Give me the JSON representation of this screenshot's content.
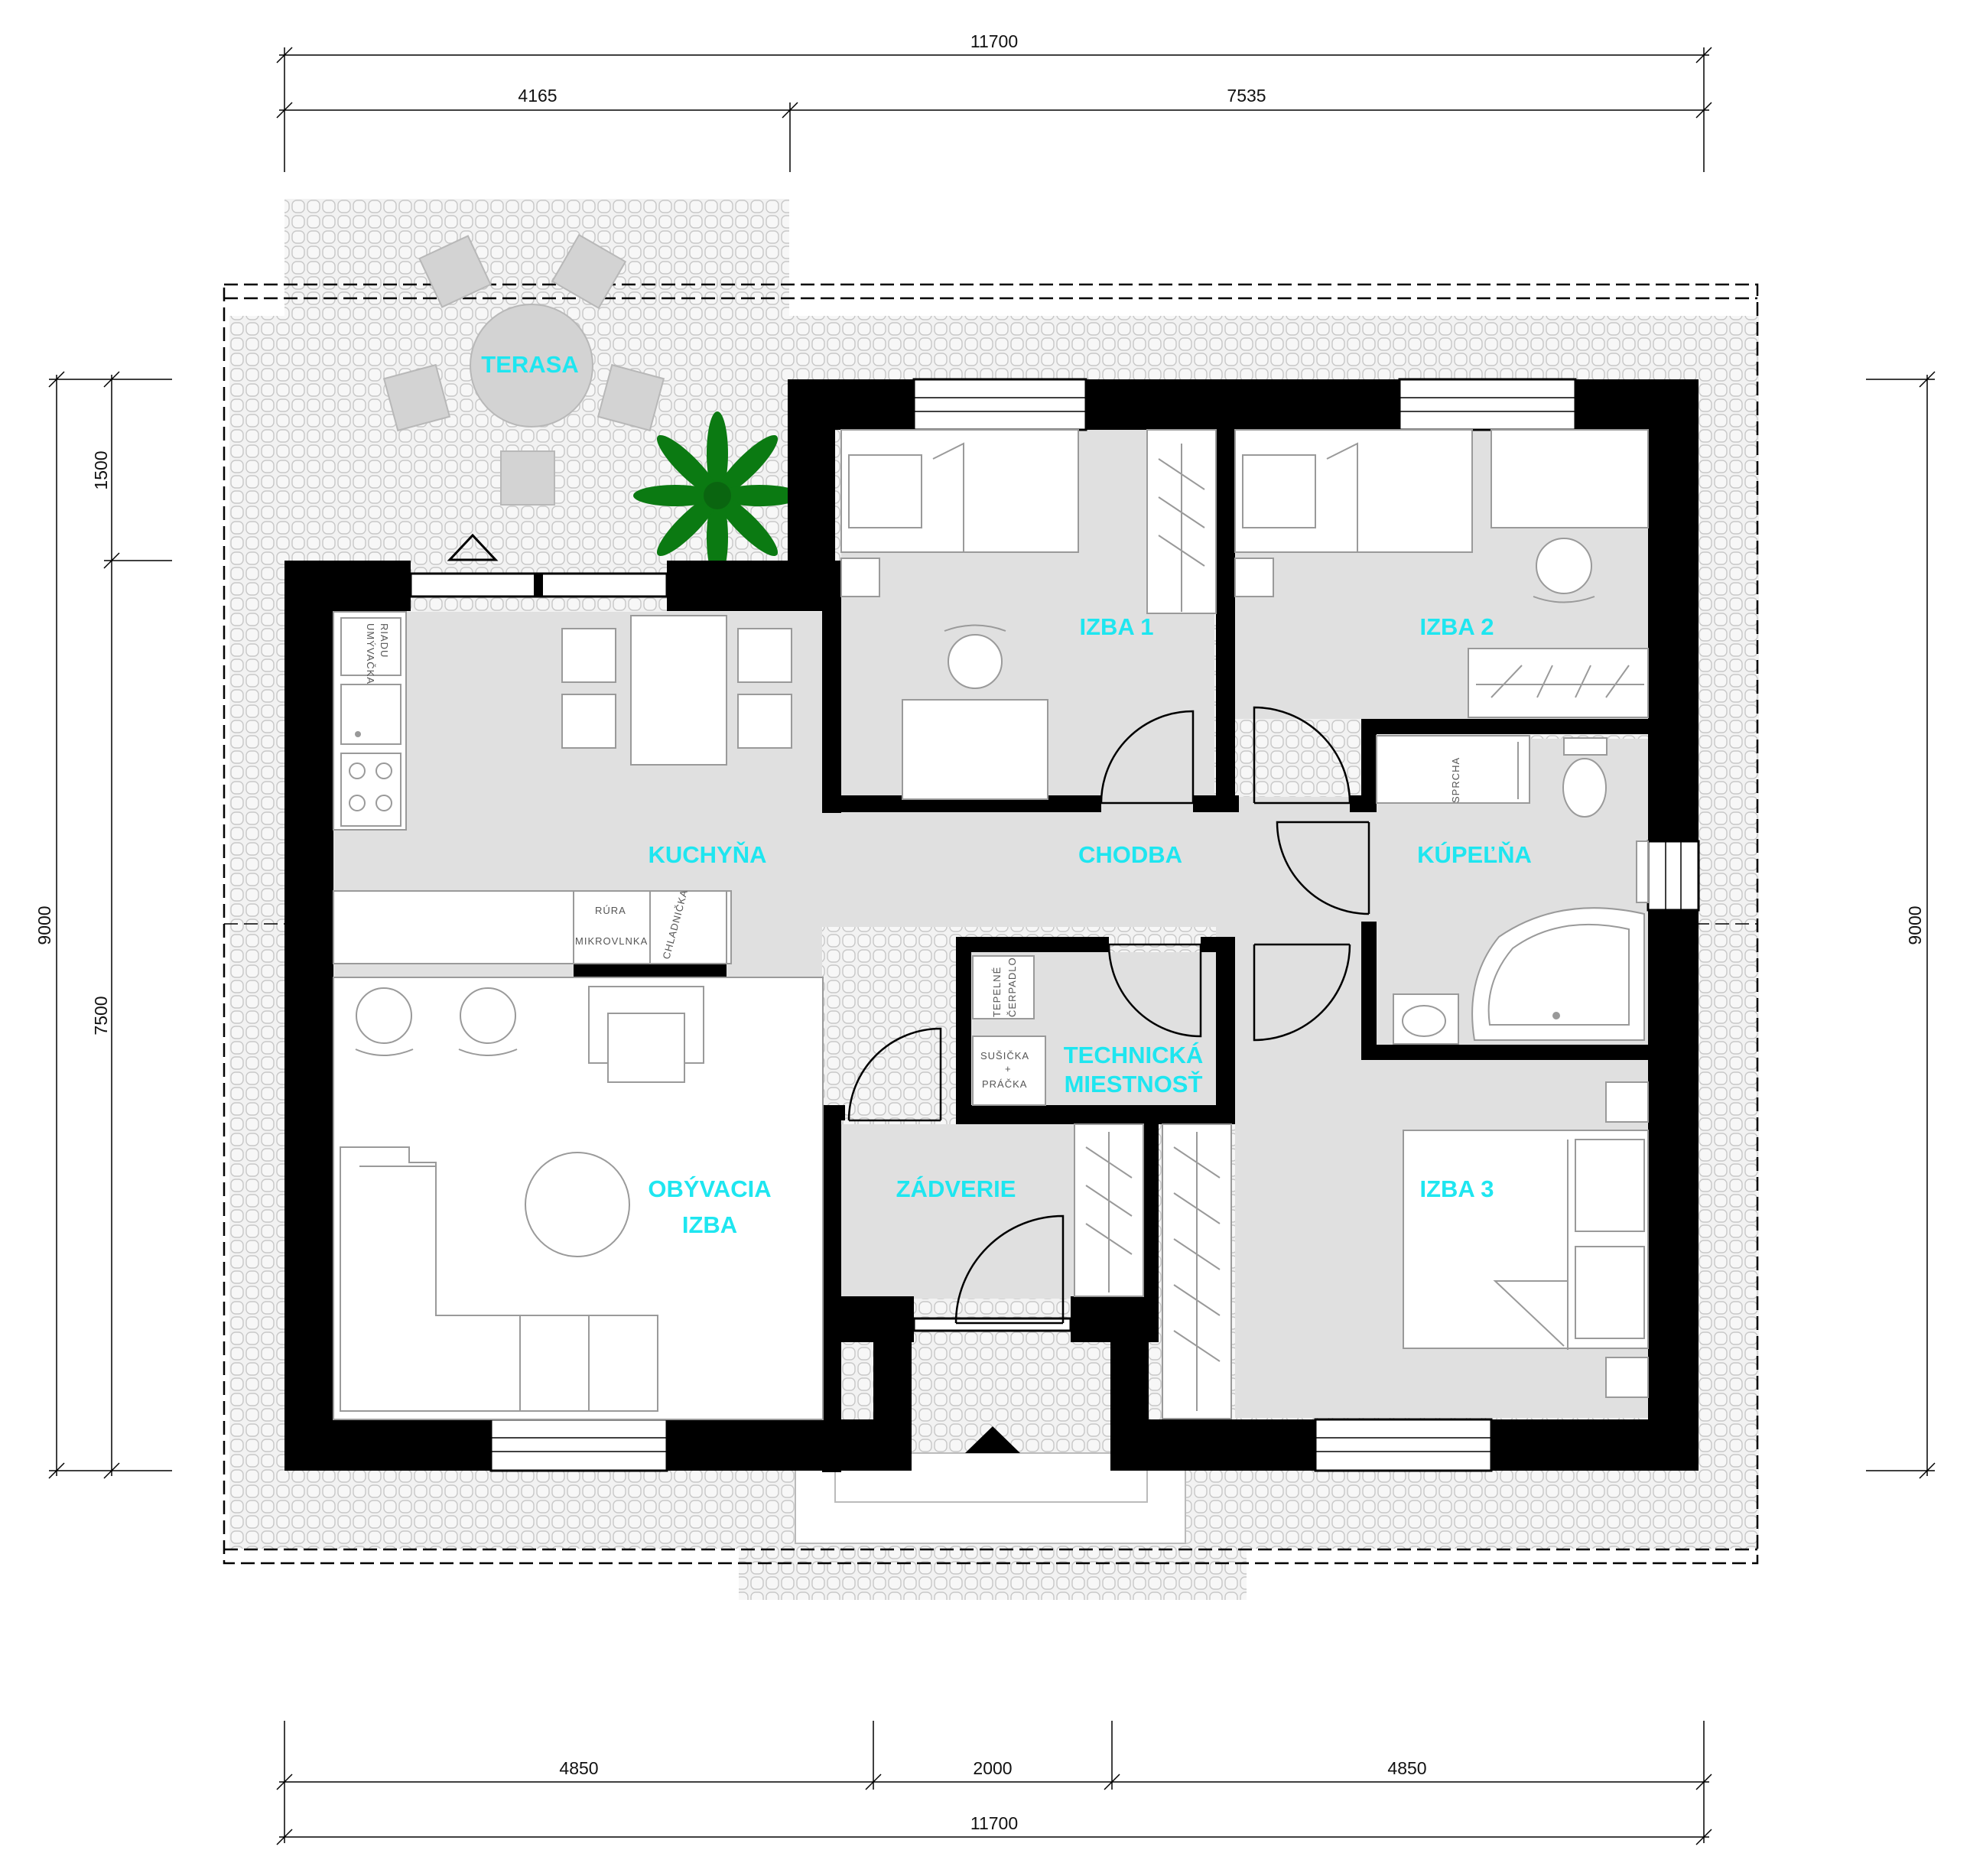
{
  "dimensions": {
    "top_total": "11700",
    "top_left": "4165",
    "top_right": "7535",
    "bottom_left": "4850",
    "bottom_mid": "2000",
    "bottom_right": "4850",
    "bottom_total": "11700",
    "left_top": "1500",
    "left_bottom": "7500",
    "left_total": "9000",
    "right_total": "9000"
  },
  "rooms": {
    "terasa": "TERASA",
    "izba1": "IZBA 1",
    "izba2": "IZBA 2",
    "kuchyna": "KUCHYŇA",
    "chodba": "CHODBA",
    "kupelna": "KÚPEĽŇA",
    "technicka_1": "TECHNICKÁ",
    "technicka_2": "MIESTNOSŤ",
    "obyvacia_1": "OBÝVACIA",
    "obyvacia_2": "IZBA",
    "zadverie": "ZÁDVERIE",
    "izba3": "IZBA 3"
  },
  "fixtures": {
    "umyvacka": "UMÝVAČKA",
    "riadu": "RIADU",
    "rura": "RÚRA",
    "mikrovlnka": "MIKROVLNKA",
    "chladnicka": "CHLADNIČKA",
    "sprcha": "SPRCHA",
    "tepelne": "TEPELNÉ",
    "cerpadlo": "ČERPADLO",
    "susicka": "SUŠIČKA",
    "plus": "+",
    "pracka": "PRÁČKA"
  },
  "colors": {
    "room_label": "#1ee6f0",
    "wall": "#000000",
    "floor": "#e0e0e0",
    "plant": "#0b7a12"
  }
}
